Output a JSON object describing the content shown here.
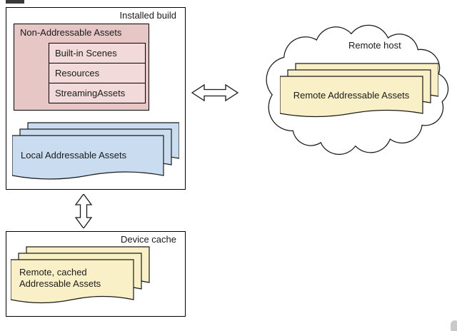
{
  "colors": {
    "pink_outer": "#e7c6c6",
    "pink_inner": "#f2dada",
    "blue_paper": "#c9dcf0",
    "yellow_paper": "#faf0c8",
    "stroke": "#1a1a1a"
  },
  "installed_build": {
    "title": "Installed build",
    "non_addressable": {
      "title": "Non-Addressable Assets",
      "items": [
        {
          "label": "Built-in Scenes"
        },
        {
          "label": "Resources"
        },
        {
          "label": "StreamingAssets"
        }
      ]
    },
    "local_assets_label": "Local Addressable Assets"
  },
  "remote_host": {
    "title": "Remote host",
    "assets_label": "Remote Addressable Assets"
  },
  "device_cache": {
    "title": "Device cache",
    "assets_label": "Remote, cached Addressable Assets"
  }
}
